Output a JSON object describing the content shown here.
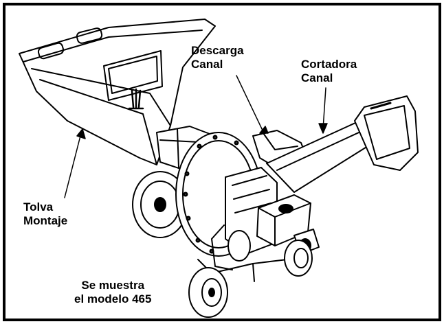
{
  "labels": {
    "discharge": {
      "line1": "Descarga",
      "line2": "Canal"
    },
    "chipper": {
      "line1": "Cortadora",
      "line2": "Canal"
    },
    "hopper": {
      "line1": "Tolva",
      "line2": "Montaje"
    },
    "model_note": {
      "line1": "Se muestra",
      "line2": "el modelo 465"
    }
  },
  "colors": {
    "border": "#000000",
    "line": "#000000",
    "background": "#ffffff"
  },
  "icons": [
    "chipper-shredder-illustration"
  ]
}
